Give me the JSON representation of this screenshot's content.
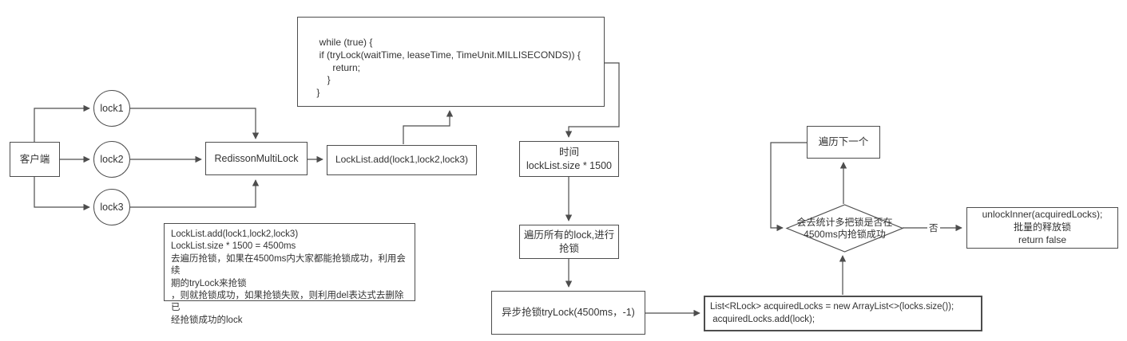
{
  "nodes": {
    "client": "客户端",
    "locks": [
      "lock1",
      "lock2",
      "lock3"
    ],
    "multilock": "RedissonMultiLock",
    "locklist_add": "LockList.add(lock1,lock2,lock3)",
    "while_code": "  while (true) {\n  if (tryLock(waitTime, leaseTime, TimeUnit.MILLISECONDS)) {\n       return;\n     }\n }",
    "time_calc": "时间\nlockList.size * 1500",
    "iterate_locks": "遍历所有的lock,进行\n抢锁",
    "async_trylock": "异步抢锁tryLock(4500ms，-1)",
    "acquired_locks_code": "List<RLock> acquiredLocks = new ArrayList<>(locks.size());\n acquiredLocks.add(lock);",
    "decision": "会去统计多把锁是否在\n4500ms内抢锁成功",
    "next_iteration": "遍历下一个",
    "unlock_inner": "unlockInner(acquiredLocks);\n批量的释放锁\nreturn false",
    "note": "LockList.add(lock1,lock2,lock3)\nLockList.size * 1500 = 4500ms\n去遍历抢锁，如果在4500ms内大家都能抢锁成功，利用会续\n期的tryLock来抢锁\n，则就抢锁成功，如果抢锁失败，则利用del表达式去删除已\n经抢锁成功的lock"
  },
  "edges": {
    "no_label": "否"
  },
  "colors": {
    "line": "#4d4d4d",
    "text": "#333333",
    "background": "#ffffff"
  }
}
